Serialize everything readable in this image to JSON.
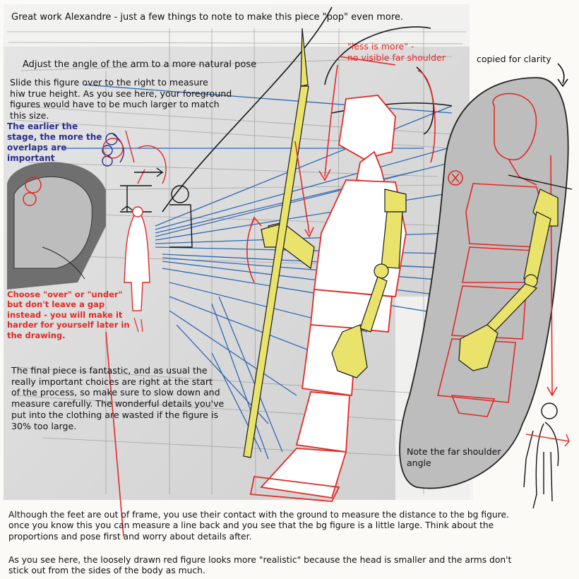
{
  "notes": {
    "intro": "Great work Alexandre - just a few things to note to make this piece \"pop\" even more.",
    "arm_angle": "Adjust the angle of the arm to a more natural pose",
    "slide_figure": "Slide this figure over to the right to measure\nhiw true height.  As you see here, your foreground\nfigures would have to be much larger to match\nthis size.",
    "earlier_stage": "The earlier the\nstage, the more the\noverlaps are\nimportant",
    "over_under": "Choose \"over\" or \"under\"\nbut don't leave a gap\ninstead - you will make it\nharder for yourself later in\nthe drawing.",
    "less_is_more": "\"less is more\" -\nno visible far shoulder",
    "copied": "copied for clarity",
    "far_shoulder": "Note the far shoulder\nangle",
    "final_piece": "The final piece is fantastic, and as usual the\nreally important choices are right at the start\nof the process, so make sure to slow down and\nmeasure carefully.  The wonderful details you've\nput into the clothing are wasted if the figure is\n30% too large.",
    "feet": "Although the feet are out of frame, you use their contact with the ground to measure the distance to the bg figure.\nonce you know this you can measure a line back and you see that the bg figure is a little large.  Think about the\nproportions and pose first and worry about details after.",
    "realistic": "As you see here, the loosely drawn red figure looks more \"realistic\" because the head is smaller and the arms don't\nstick out from the sides of the body as much."
  },
  "colors": {
    "red": "#e12a26",
    "blue": "#2f68b4",
    "yellow": "#e9e36b",
    "navy": "#2a2f8e",
    "paper": "#dcdcdc"
  }
}
